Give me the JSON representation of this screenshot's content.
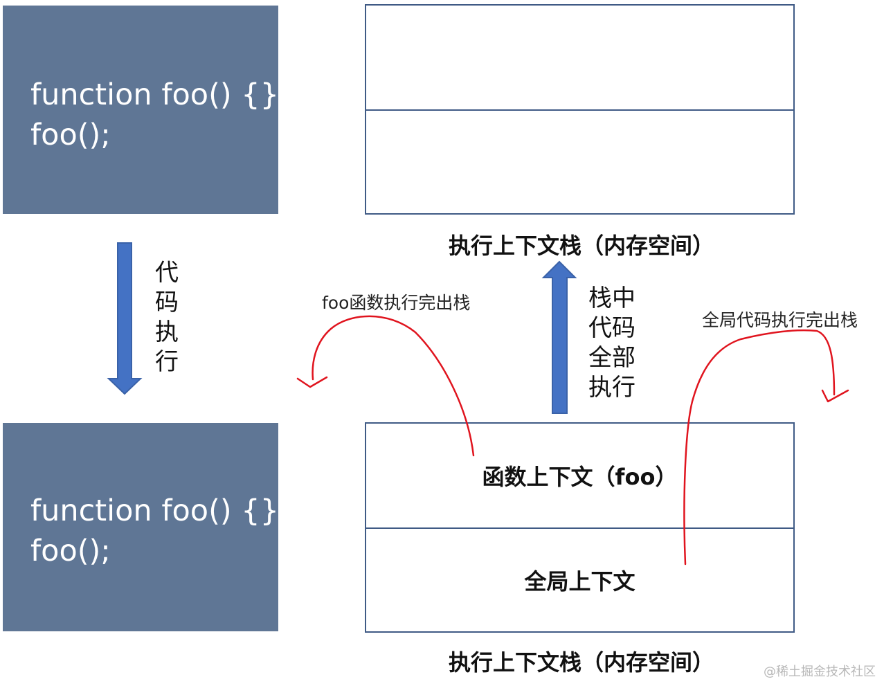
{
  "code_top": {
    "line1": "function foo() {};",
    "line2": "foo();"
  },
  "code_bottom": {
    "line1": "function foo() {};",
    "line2": "foo();"
  },
  "arrow_left_label": [
    "代",
    "码",
    "执",
    "行"
  ],
  "arrow_up_label": [
    "栈中",
    "代码",
    "全部",
    "执行"
  ],
  "stack_top_caption": "执行上下文栈（内存空间）",
  "stack_bottom": {
    "slot_top": "函数上下文（foo）",
    "slot_bottom": "全局上下文"
  },
  "stack_bottom_caption": "执行上下文栈（内存空间）",
  "annotation_foo_pop": "foo函数执行完出栈",
  "annotation_global_pop": "全局代码执行完出栈",
  "watermark": "@稀土掘金技术社区",
  "colors": {
    "code_box": "#5f7695",
    "arrow": "#4472c4",
    "stack_border": "#3f5a85",
    "curve": "#e0141e"
  }
}
